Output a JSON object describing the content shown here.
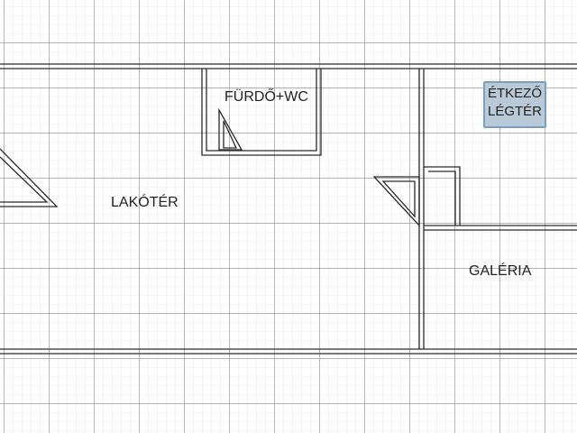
{
  "rooms": {
    "lakoter": "LAKÓTÉR",
    "furdo_wc": "FÜRDŐ+WC",
    "galeria": "GALÉRIA",
    "etkezo_legter": {
      "line1": "ÉTKEZŐ",
      "line2": "LÉGTÉR"
    }
  },
  "colors": {
    "grid_minor": "#d6d6d6",
    "grid_major": "#9e9e9e",
    "wall": "#2a2a2a",
    "highlight_fill": "#b9c9d8",
    "highlight_border": "#7d9fbf"
  }
}
